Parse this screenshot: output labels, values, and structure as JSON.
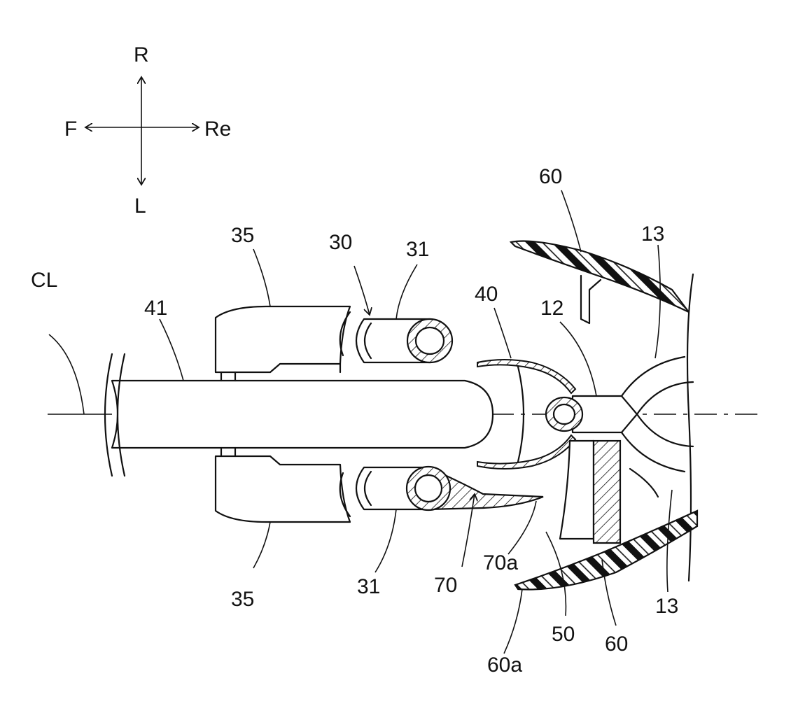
{
  "figure": {
    "directions": {
      "up": "R",
      "down": "L",
      "left": "F",
      "right": "Re"
    },
    "labels": {
      "cl": "CL",
      "shaft": "41",
      "housing_top": "35",
      "housing_bottom": "35",
      "assembly": "30",
      "tube_top": "31",
      "tube_bottom": "31",
      "cup": "40",
      "pin": "12",
      "cover_top": "60",
      "cover_bottom": "60",
      "cover_lip": "60a",
      "body_top": "13",
      "body_bottom": "13",
      "guide": "70",
      "guide_lip": "70a",
      "bracket": "50"
    }
  }
}
